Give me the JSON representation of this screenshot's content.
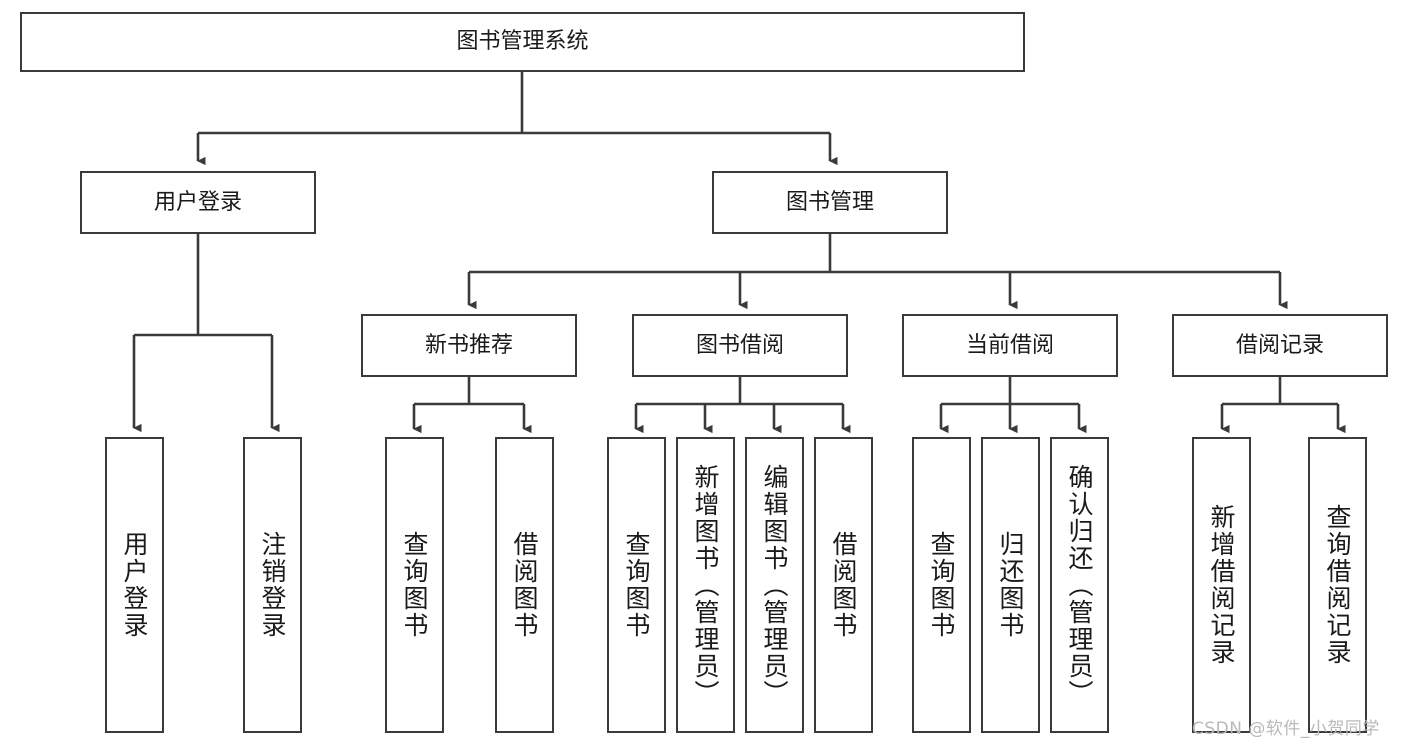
{
  "diagram": {
    "type": "tree-hierarchy",
    "title": "图书管理系统",
    "style": {
      "box_border_color": "#3a3a3a",
      "box_fill_color": "#ffffff",
      "connector_color": "#3a3a3a",
      "text_color": "#1a1a1a",
      "background": "#ffffff"
    },
    "root": {
      "id": "root",
      "label": "图书管理系统",
      "orientation": "horizontal"
    },
    "level2": [
      {
        "id": "user-login",
        "label": "用户登录",
        "orientation": "horizontal"
      },
      {
        "id": "book-manage",
        "label": "图书管理",
        "orientation": "horizontal"
      }
    ],
    "level3": [
      {
        "id": "new-book-recommend",
        "label": "新书推荐",
        "orientation": "horizontal",
        "parent": "book-manage"
      },
      {
        "id": "book-borrow",
        "label": "图书借阅",
        "orientation": "horizontal",
        "parent": "book-manage"
      },
      {
        "id": "current-borrow",
        "label": "当前借阅",
        "orientation": "horizontal",
        "parent": "book-manage"
      },
      {
        "id": "borrow-record",
        "label": "借阅记录",
        "orientation": "horizontal",
        "parent": "book-manage"
      }
    ],
    "leaves": [
      {
        "id": "leaf-user-login",
        "label": "用户登录",
        "orientation": "vertical",
        "parent": "user-login"
      },
      {
        "id": "leaf-user-logout",
        "label": "注销登录",
        "orientation": "vertical",
        "parent": "user-login"
      },
      {
        "id": "leaf-query-book-1",
        "label": "查询图书",
        "orientation": "vertical",
        "parent": "new-book-recommend"
      },
      {
        "id": "leaf-borrow-book-1",
        "label": "借阅图书",
        "orientation": "vertical",
        "parent": "new-book-recommend"
      },
      {
        "id": "leaf-query-book-2",
        "label": "查询图书",
        "orientation": "vertical",
        "parent": "book-borrow"
      },
      {
        "id": "leaf-add-book",
        "label": "新增图书（管理员）",
        "orientation": "vertical",
        "parent": "book-borrow"
      },
      {
        "id": "leaf-edit-book",
        "label": "编辑图书（管理员）",
        "orientation": "vertical",
        "parent": "book-borrow"
      },
      {
        "id": "leaf-borrow-book-2",
        "label": "借阅图书",
        "orientation": "vertical",
        "parent": "book-borrow"
      },
      {
        "id": "leaf-query-book-3",
        "label": "查询图书",
        "orientation": "vertical",
        "parent": "current-borrow"
      },
      {
        "id": "leaf-return-book",
        "label": "归还图书",
        "orientation": "vertical",
        "parent": "current-borrow"
      },
      {
        "id": "leaf-confirm-return",
        "label": "确认归还（管理员）",
        "orientation": "vertical",
        "parent": "current-borrow"
      },
      {
        "id": "leaf-add-record",
        "label": "新增借阅记录",
        "orientation": "vertical",
        "parent": "borrow-record"
      },
      {
        "id": "leaf-query-record",
        "label": "查询借阅记录",
        "orientation": "vertical",
        "parent": "borrow-record"
      }
    ]
  },
  "watermark": {
    "text": "CSDN @软件_小贺同学"
  }
}
